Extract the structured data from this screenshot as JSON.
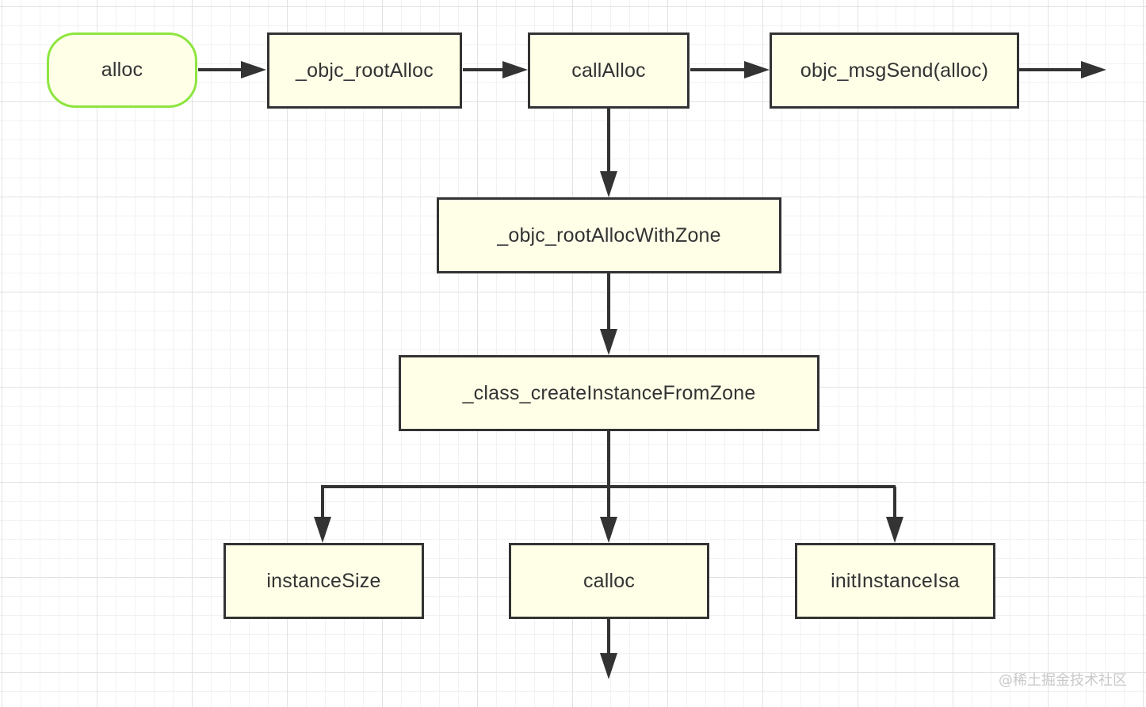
{
  "diagram": {
    "nodes": {
      "alloc": "alloc",
      "objc_rootAlloc": "_objc_rootAlloc",
      "callAlloc": "callAlloc",
      "objc_msgSend": "objc_msgSend(alloc)",
      "objc_rootAllocWithZone": "_objc_rootAllocWithZone",
      "class_createInstanceFromZone": "_class_createInstanceFromZone",
      "instanceSize": "instanceSize",
      "calloc": "calloc",
      "initInstanceIsa": "initInstanceIsa"
    },
    "colors": {
      "node_fill": "#ffffe8",
      "node_border": "#333333",
      "start_border": "#8ee53f",
      "edge": "#333333",
      "grid": "#e0e0e0"
    }
  },
  "watermark": "@稀土掘金技术社区"
}
